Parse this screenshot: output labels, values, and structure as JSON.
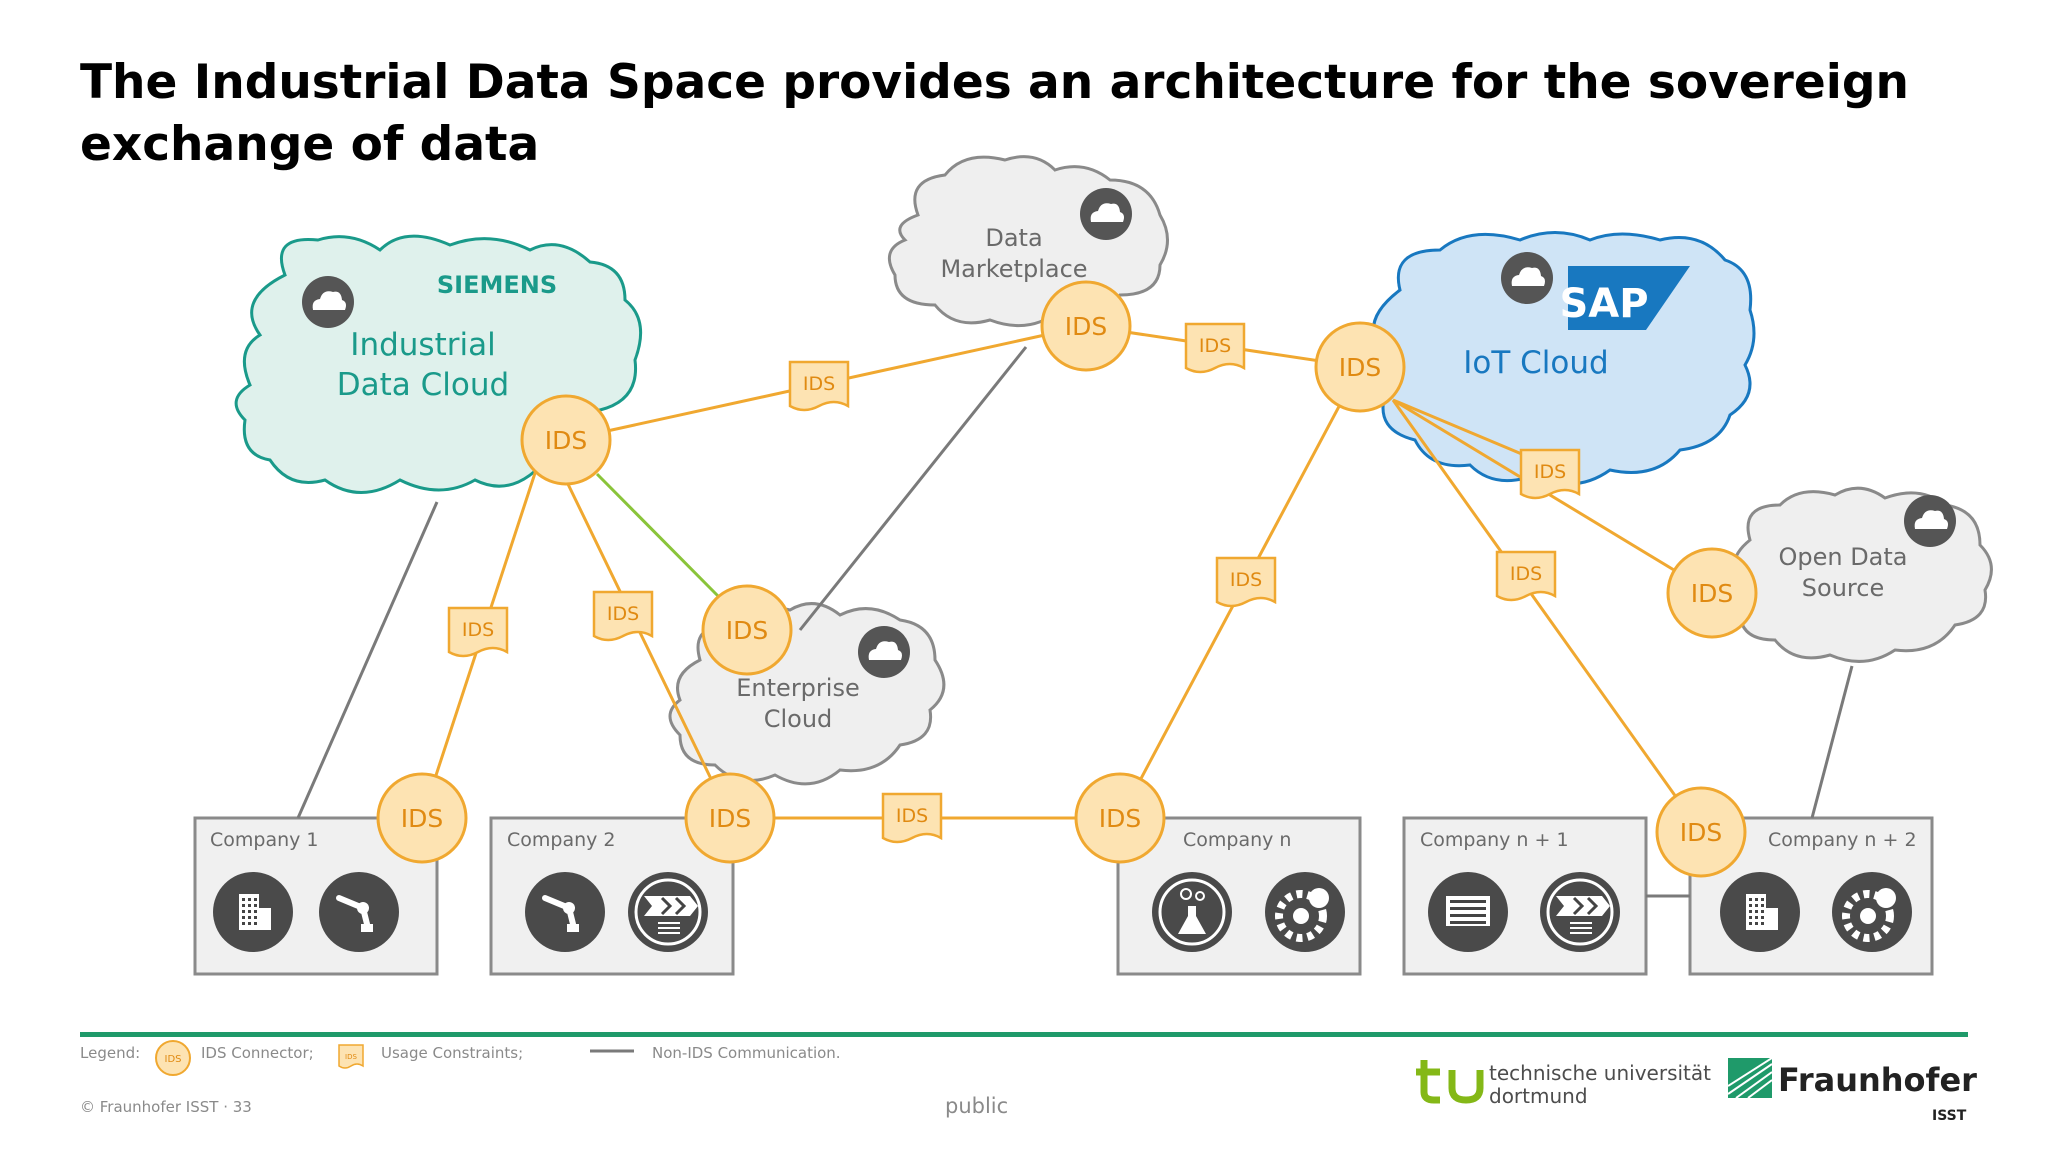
{
  "title": "The Industrial Data Space provides an architecture for the sovereign exchange of data",
  "connector_label": "IDS",
  "clouds": {
    "industrial": {
      "brand": "SIEMENS",
      "line1": "Industrial",
      "line2": "Data Cloud"
    },
    "marketplace": {
      "line1": "Data",
      "line2": "Marketplace"
    },
    "iot": {
      "brand": "SAP",
      "label": "IoT Cloud"
    },
    "enterprise": {
      "line1": "Enterprise",
      "line2": "Cloud"
    },
    "open_data": {
      "line1": "Open Data",
      "line2": "Source"
    }
  },
  "companies": [
    "Company 1",
    "Company 2",
    "Company n",
    "Company n + 1",
    "Company n + 2"
  ],
  "company_icons": {
    "company_1": [
      "factory-building-icon",
      "robot-arm-icon"
    ],
    "company_2": [
      "robot-arm-icon",
      "process-chevrons-icon"
    ],
    "company_n": [
      "lab-flask-icon",
      "gears-icon"
    ],
    "company_n1": [
      "server-rack-icon",
      "process-chevrons-icon"
    ],
    "company_n2": [
      "factory-building-icon",
      "gears-icon"
    ]
  },
  "legend": {
    "prefix": "Legend:",
    "connector": "IDS Connector;",
    "usage": "Usage Constraints;",
    "non_ids": "Non-IDS Communication."
  },
  "footer": {
    "copyright": "© Fraunhofer ISST · 33",
    "classification": "public",
    "tu_line1": "technische universität",
    "tu_line2": "dortmund",
    "fraunhofer": "Fraunhofer",
    "fraunhofer_sub": "ISST"
  },
  "colors": {
    "ids_orange": "#f0a830",
    "ids_fill": "#fde3b2",
    "ids_text": "#e08a12",
    "siemens_teal": "#1a9a8a",
    "sap_blue": "#1878c0",
    "grey_line": "#7a7a7a",
    "green_line": "#8ac43a",
    "footer_green": "#1f9a6a"
  }
}
